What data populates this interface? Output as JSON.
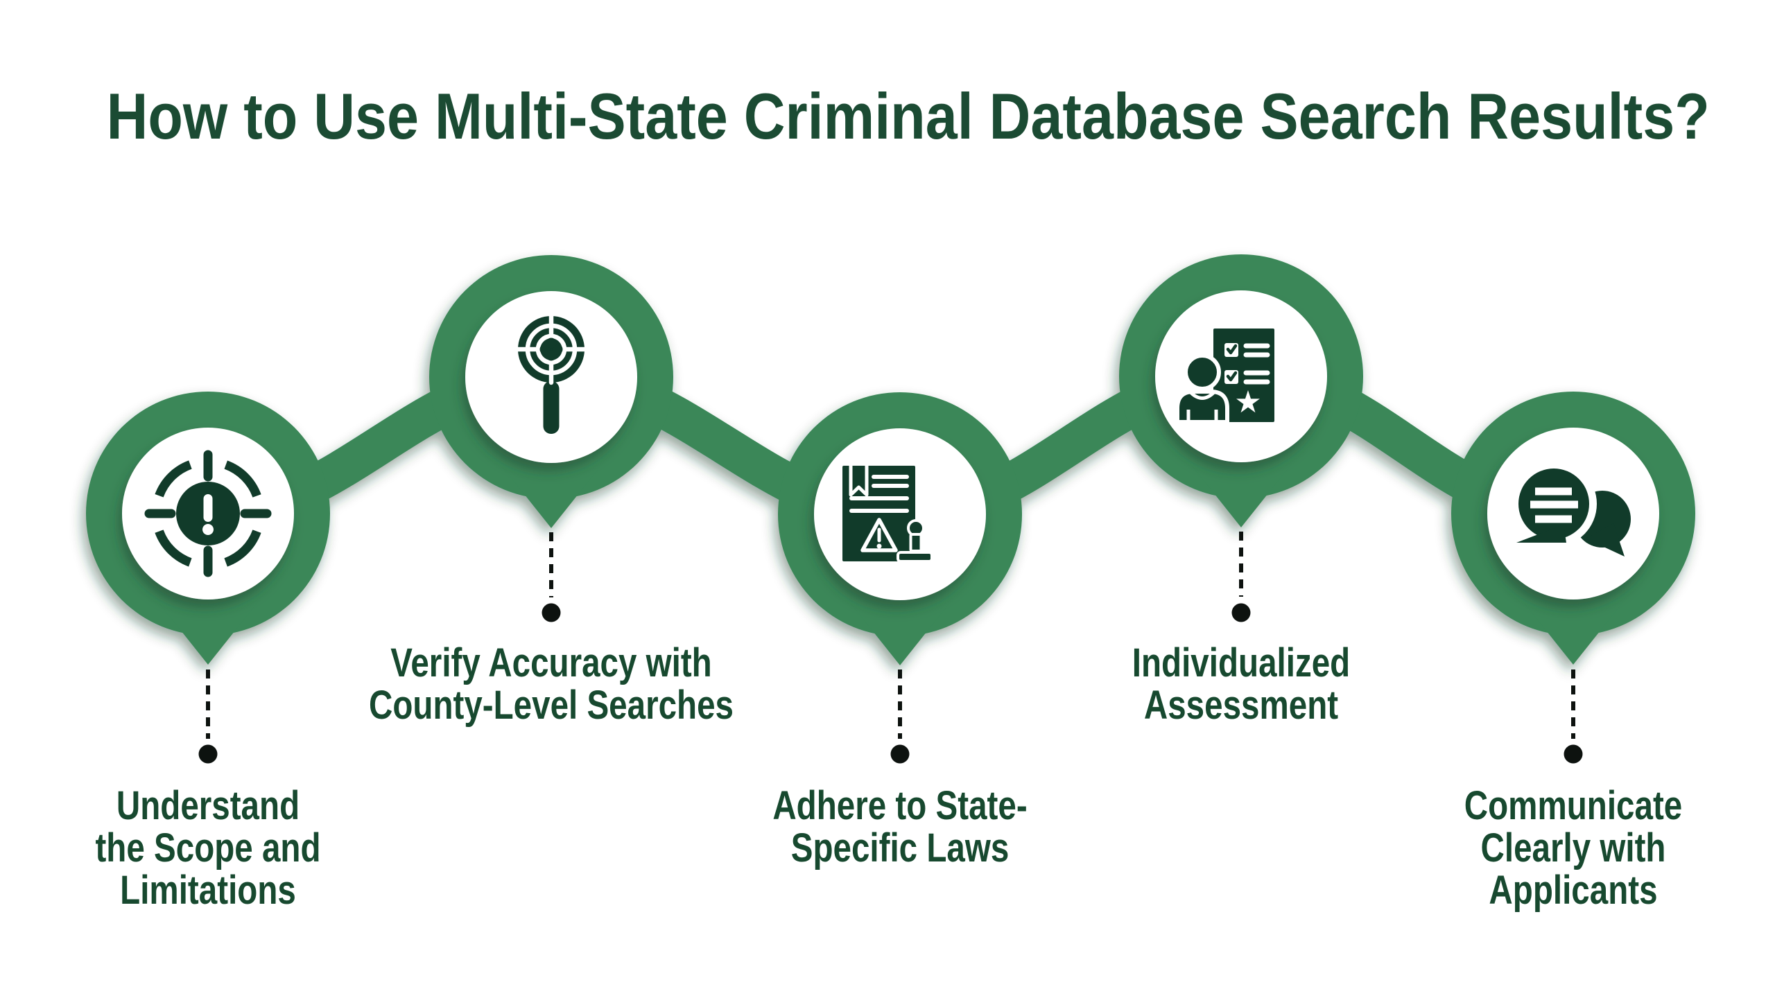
{
  "title": "How to Use Multi-State Criminal Database Search Results?",
  "colors": {
    "background": "#FFFFFF",
    "band_green": "#3A8758",
    "icon_green": "#113B2A",
    "title_green": "#1B4B33",
    "label_green": "#17492F",
    "connector_black": "#0D120F",
    "shadow_green": "#1E3F2D",
    "disc_white": "#FFFFFF"
  },
  "steps": [
    {
      "id": 1,
      "position": "low",
      "icon": "alert-target-icon",
      "label": "Understand the Scope and Limitations",
      "lines": [
        "Understand",
        "the Scope and",
        "Limitations"
      ]
    },
    {
      "id": 2,
      "position": "high",
      "icon": "magnifier-target-icon",
      "label": "Verify Accuracy with County-Level Searches",
      "lines": [
        "Verify Accuracy with",
        "County-Level Searches"
      ]
    },
    {
      "id": 3,
      "position": "low",
      "icon": "document-warning-stamp-icon",
      "label": "Adhere to State-Specific Laws",
      "lines": [
        "Adhere to State-",
        "Specific Laws"
      ]
    },
    {
      "id": 4,
      "position": "high",
      "icon": "person-checklist-icon",
      "label": "Individualized Assessment",
      "lines": [
        "Individualized",
        "Assessment"
      ]
    },
    {
      "id": 5,
      "position": "low",
      "icon": "chat-bubbles-icon",
      "label": "Communicate Clearly with Applicants",
      "lines": [
        "Communicate",
        "Clearly with",
        "Applicants"
      ]
    }
  ]
}
